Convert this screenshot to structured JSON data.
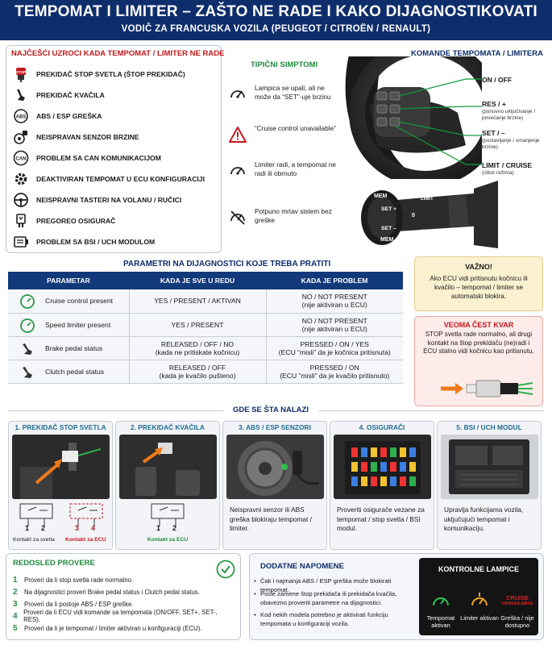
{
  "header": {
    "title": "TEMPOMAT I LIMITER – ZAŠTO NE RADE I KAKO DIJAGNOSTIKOVATI",
    "subtitle": "VODIČ ZA FRANCUSKA VOZILA (PEUGEOT / CITROËN / RENAULT)"
  },
  "causes": {
    "title": "NAJČEŠĆI UZROCI KADA TEMPOMAT / LIMITER NE RADE",
    "items": [
      {
        "label": "PREKIDAČ STOP SVETLA (ŠTOP PREKIDAČ)",
        "icon": "stop-switch-icon"
      },
      {
        "label": "PREKIDAČ KVAČILA",
        "icon": "clutch-pedal-icon"
      },
      {
        "label": "ABS / ESP GREŠKA",
        "icon": "abs-icon"
      },
      {
        "label": "NEISPRAVAN SENZOR BRZINE",
        "icon": "speed-sensor-icon"
      },
      {
        "label": "PROBLEM SA CAN KOMUNIKACIJOM",
        "icon": "can-icon"
      },
      {
        "label": "DEAKTIVIRAN TEMPOMAT U ECU KONFIGURACIJI",
        "icon": "gear-icon"
      },
      {
        "label": "NEISPRAVNI TASTERI NA VOLANU / RUČICI",
        "icon": "steering-wheel-icon"
      },
      {
        "label": "PREGOREO OSIGURAČ",
        "icon": "fuse-icon"
      },
      {
        "label": "PROBLEM SA BSI / UCH MODULOM",
        "icon": "module-icon"
      }
    ]
  },
  "symptoms": {
    "title": "TIPIČNI SIMPTOMI",
    "items": [
      {
        "text": "Lampica se upali, ali ne može da “SET”-uje brzinu",
        "icon": "speedometer-icon"
      },
      {
        "text": "“Cruise control unavailable”",
        "icon": "warning-icon"
      },
      {
        "text": "Limiter radi, a tempomat ne radi ili obrnuto",
        "icon": "speedometer-icon"
      },
      {
        "text": "Potpuno mrtav sistem bez greške",
        "icon": "speedometer-off-icon"
      }
    ]
  },
  "controls": {
    "title": "KOMANDE TEMPOMATA / LIMITERA",
    "labels": [
      {
        "main": "ON / OFF",
        "sub": ""
      },
      {
        "main": "RES / +",
        "sub": "(ponovno uključivanje / povećanje brzine)"
      },
      {
        "main": "SET / –",
        "sub": "(postavljanje / smanjenje brzine)"
      },
      {
        "main": "LIMIT / CRUISE",
        "sub": "(izbor režima)"
      }
    ],
    "stalk": {
      "mem_top": "MEM",
      "set_plus": "SET +",
      "set_minus": "SET –",
      "mem_bottom": "MEM",
      "limit": "LIMIT",
      "zero": "0",
      "cruise": "CRUISE"
    }
  },
  "params": {
    "title": "PARAMETRI NA DIJAGNOSTICI KOJE TREBA PRATITI",
    "headers": [
      "PARAMETAR",
      "KADA JE SVE U REDU",
      "KADA JE PROBLEM"
    ],
    "rows": [
      {
        "name": "Cruise control present",
        "ok1": "YES / PRESENT / AKTIVAN",
        "ok2": "",
        "bad1": "NO / NOT PRESENT",
        "bad2": "(nije aktiviran u ECU)",
        "icon": "speedometer-icon"
      },
      {
        "name": "Speed limiter present",
        "ok1": "YES / PRESENT",
        "ok2": "",
        "bad1": "NO / NOT PRESENT",
        "bad2": "(nije aktiviran u ECU)",
        "icon": "speedometer-icon"
      },
      {
        "name": "Brake pedal status",
        "ok1": "RELEASED / OFF / NO",
        "ok2": "(kada ne pritiskate kočnicu)",
        "bad1": "PRESSED / ON / YES",
        "bad2": "(ECU “misli” da je kočnica pritisnuta)",
        "icon": "brake-pedal-icon"
      },
      {
        "name": "Clutch pedal status",
        "ok1": "RELEASED / OFF",
        "ok2": "(kada je kvačilo pušteno)",
        "bad1": "PRESSED / ON",
        "bad2": "(ECU “misli” da je kvačilo pritisnuto)",
        "icon": "clutch-pedal-icon"
      }
    ]
  },
  "important": {
    "title": "VAŽNO!",
    "text": "Ako ECU vidi pritisnutu kočnicu ili kvačilo – tempomat / limiter se automatski blokira."
  },
  "common_fault": {
    "title": "VEOMA ČEST KVAR",
    "text": "STOP svetla rade normalno, ali drugi kontakt na štop prekidaču (ne)radi i ECU stalno vidi kočnicu kao pritisnutu."
  },
  "locations": {
    "title": "GDE SE ŠTA NALAZI",
    "cards": [
      {
        "title": "1. PREKIDAČ STOP SVETLA",
        "caption_a": "Kontakt za svetla",
        "caption_b": "Kontakt za ECU",
        "pins_a": [
          "1",
          "2"
        ],
        "pins_b": [
          "3",
          "4"
        ],
        "text": ""
      },
      {
        "title": "2. PREKIDAČ KVAČILA",
        "caption_a": "Kontakt za ECU",
        "pins_a": [
          "1",
          "2"
        ],
        "text": ""
      },
      {
        "title": "3. ABS / ESP SENZORI",
        "text": "Neispravni senzor ili ABS greška blokiraju tempomat / limiter."
      },
      {
        "title": "4. OSIGURAČI",
        "text": "Proveriti osigurače vezane za tempomat / stop svetla / BSI modul."
      },
      {
        "title": "5. BSI / UCH MODUL",
        "text": "Upravlja funkcijama vozila, uključujući tempomat i komunikaciju."
      }
    ]
  },
  "order": {
    "title": "REDOSLED PROVERE",
    "steps": [
      {
        "n": "1",
        "text": "Proveri da li stop svetla rade normalno."
      },
      {
        "n": "2",
        "text": "Na dijagnostici proveri Brake pedal status i Clutch pedal status."
      },
      {
        "n": "3",
        "text": "Proveri da li postoje ABS / ESP greške."
      },
      {
        "n": "4",
        "text": "Proveri da li ECU vidi komande sa tempomata (ON/OFF, SET+, SET-, RES)."
      },
      {
        "n": "5",
        "text": "Proveri da li je tempomat / limiter aktiviran u konfiguraciji (ECU)."
      }
    ]
  },
  "notes": {
    "title": "DODATNE NAPOMENE",
    "items": [
      "Čak i najmanja ABS / ESP greška može blokirati tempomat.",
      "Posle zamene štop prekidača ili prekidača kvačila, obavezno proveriti parametre na dijagnostici.",
      "Kod nekih modela potrebno je aktivirati funkciju tempomata u konfiguraciji vozila."
    ]
  },
  "lamps": {
    "title": "KONTROLNE LAMPICE",
    "items": [
      {
        "label": "Tempomat aktivan",
        "color": "#2fbf4a"
      },
      {
        "label": "Limiter aktivan",
        "color": "#f0a020"
      },
      {
        "label": "Greška / nije dostupno",
        "color": "#e02020",
        "sign1": "CRUISE",
        "sign2": "UNAVAILABLE"
      }
    ]
  },
  "colors": {
    "navy": "#0e2d6b",
    "red": "#c0181d",
    "green": "#1f8a3a",
    "teal": "#1f6b91"
  }
}
